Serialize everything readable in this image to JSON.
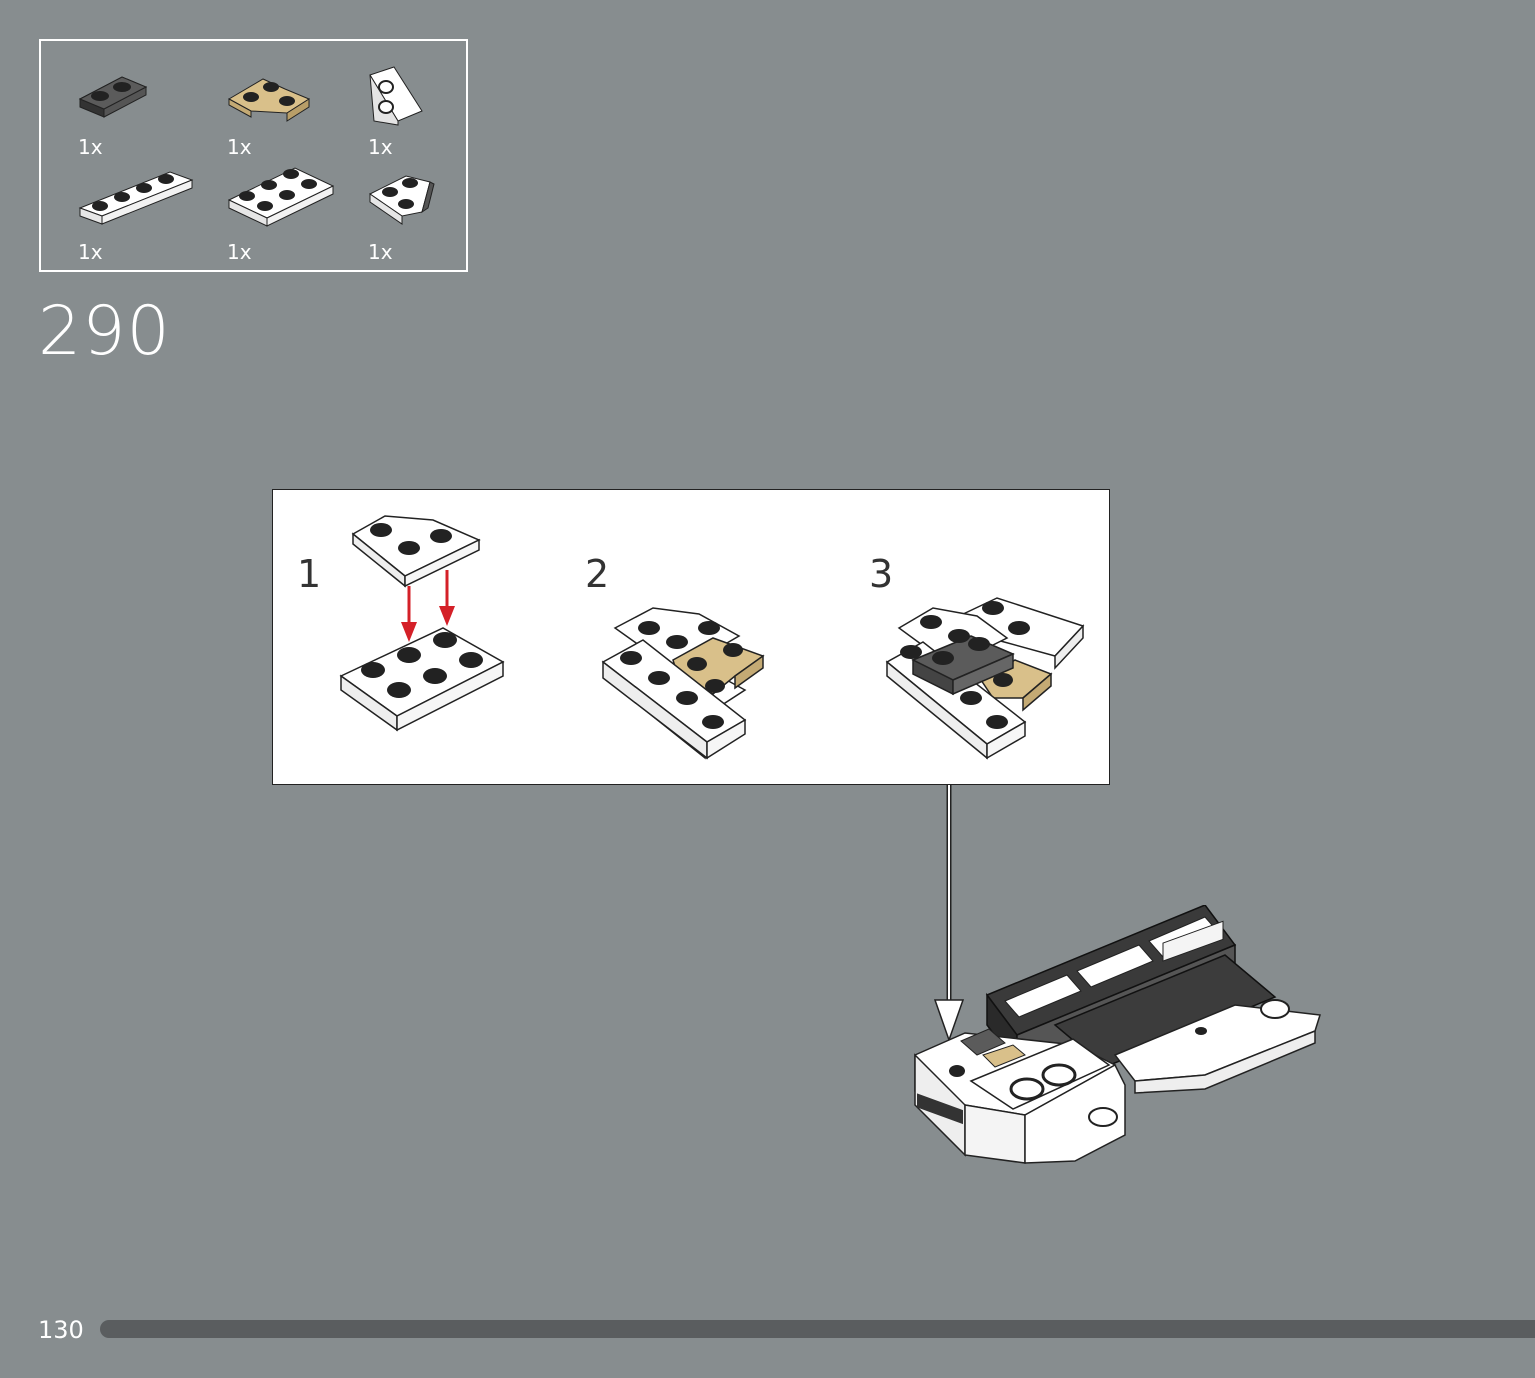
{
  "parts": [
    {
      "qty": "1x",
      "color": "#5b5b5b",
      "icon": "dark-gray-plate-1x2-icon"
    },
    {
      "qty": "1x",
      "color": "#d9c08a",
      "icon": "tan-corner-plate-icon"
    },
    {
      "qty": "1x",
      "color": "#ffffff",
      "icon": "white-wedge-plate-icon"
    },
    {
      "qty": "1x",
      "color": "#ffffff",
      "icon": "white-plate-1x4-icon"
    },
    {
      "qty": "1x",
      "color": "#ffffff",
      "icon": "white-plate-2x3-icon"
    },
    {
      "qty": "1x",
      "color": "#ffffff",
      "icon": "white-wedge-plate-small-icon"
    }
  ],
  "step": {
    "number": "290"
  },
  "sub_steps": [
    {
      "number": "1"
    },
    {
      "number": "2"
    },
    {
      "number": "3"
    }
  ],
  "footer": {
    "page_number": "130"
  },
  "colors": {
    "background": "#878d8f",
    "arrow": "#d42028",
    "dark_gray": "#5b5b5b",
    "tan": "#d9c08a",
    "progress": "#5a5d5f"
  }
}
